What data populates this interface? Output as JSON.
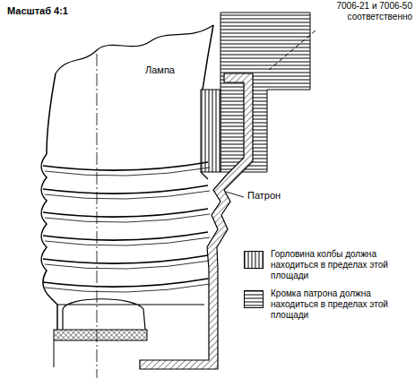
{
  "diagram": {
    "labels": [
      "Масштаб 4:1",
      "7006-21 и 7006-50 соответственно",
      "Лампа",
      "Патрон"
    ],
    "legend": [
      {
        "text": "Горловина колбы должна находиться в пределах этой площади"
      },
      {
        "text": "Кромка патрона должна находиться в пределах этой площади"
      }
    ]
  }
}
